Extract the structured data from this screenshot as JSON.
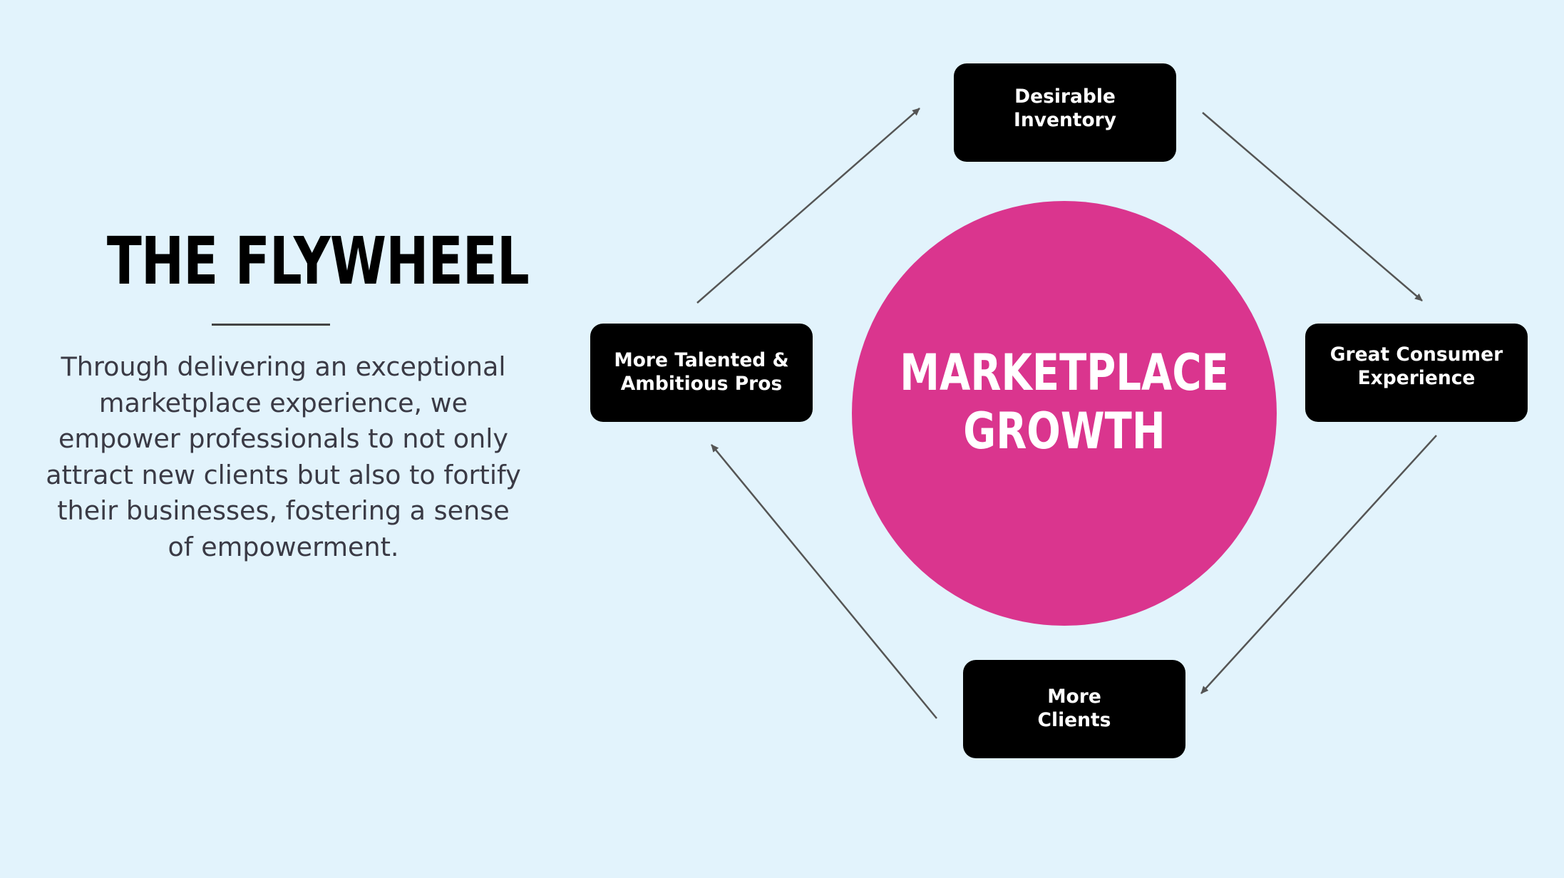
{
  "heading": {
    "title": "THE FLYWHEEL",
    "body": "Through delivering an exceptional marketplace experience, we empower professionals to not only attract new clients but also to fortify their businesses, fostering a sense of empowerment."
  },
  "diagram": {
    "hub_label": "MARKETPLACE\nGROWTH",
    "nodes": [
      {
        "id": "desirable",
        "label": "Desirable\nInventory"
      },
      {
        "id": "consumer",
        "label": "Great Consumer\nExperience"
      },
      {
        "id": "clients",
        "label": "More\nClients"
      },
      {
        "id": "pros",
        "label": "More Talented &\nAmbitious Pros"
      }
    ],
    "cycle": [
      "desirable",
      "consumer",
      "clients",
      "pros",
      "desirable"
    ]
  },
  "colors": {
    "background": "#e2f3fc",
    "hub": "#da358e",
    "node": "#000000",
    "node_text": "#ffffff",
    "arrow": "#555555",
    "title": "#000000",
    "body_text": "#3a3a45"
  }
}
